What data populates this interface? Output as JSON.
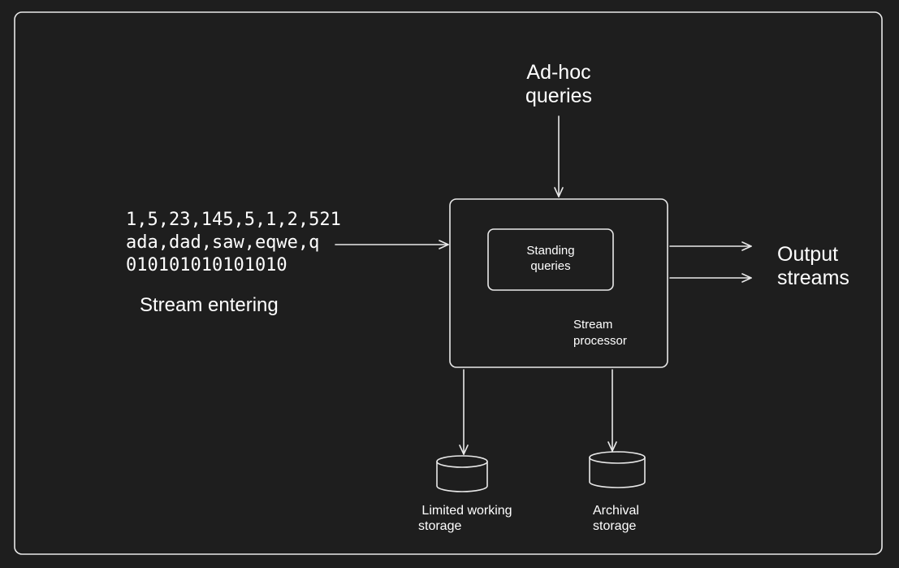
{
  "diagram": {
    "adhoc": {
      "line1": "Ad-hoc",
      "line2": "queries"
    },
    "stream_input": {
      "line1": "1,5,23,145,5,1,2,521",
      "line2": "ada,dad,saw,eqwe,q",
      "line3": "010101010101010",
      "caption": "Stream entering"
    },
    "standing": {
      "line1": "Standing",
      "line2": "queries"
    },
    "processor": {
      "line1": "Stream",
      "line2": "processor"
    },
    "output": {
      "line1": "Output",
      "line2": "streams"
    },
    "limited_storage": {
      "line1": "Limited working",
      "line2": "storage"
    },
    "archival_storage": {
      "line1": "Archival",
      "line2": "storage"
    }
  },
  "colors": {
    "background": "#1e1e1e",
    "stroke": "#e8e8e8",
    "text": "#ffffff"
  }
}
